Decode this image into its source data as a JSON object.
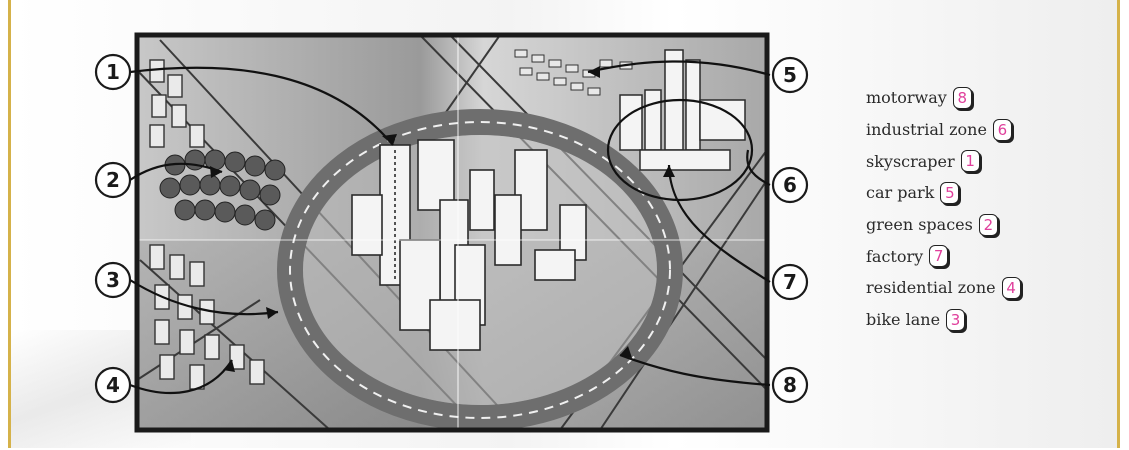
{
  "callouts": [
    "1",
    "2",
    "3",
    "4",
    "5",
    "6",
    "7",
    "8"
  ],
  "key": [
    {
      "term": "motorway",
      "answer": "8"
    },
    {
      "term": "industrial zone",
      "answer": "6"
    },
    {
      "term": "skyscraper",
      "answer": "1"
    },
    {
      "term": "car park",
      "answer": "5"
    },
    {
      "term": "green spaces",
      "answer": "2"
    },
    {
      "term": "factory",
      "answer": "7"
    },
    {
      "term": "residential zone",
      "answer": "4"
    },
    {
      "term": "bike lane",
      "answer": "3"
    }
  ],
  "colors": {
    "answer_ink": "#e0409c",
    "frame_border": "#d5b24a"
  }
}
